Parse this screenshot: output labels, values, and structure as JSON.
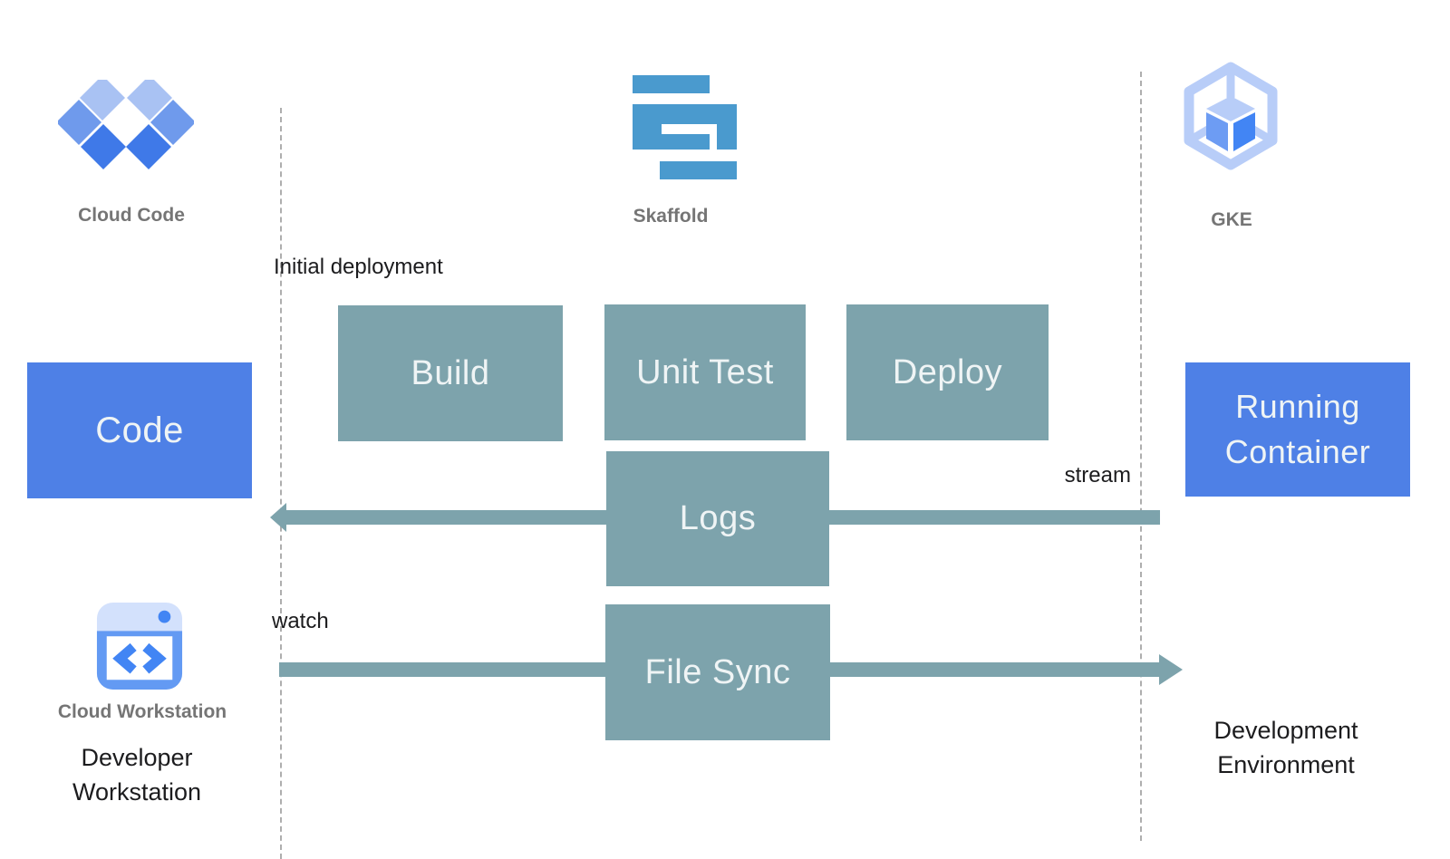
{
  "colors": {
    "box_blue": "#4e80e6",
    "box_teal": "#7da3ac",
    "arrow_teal": "#7da3ac",
    "box_text": "#eff4f5",
    "dashed_line": "#aeaeae",
    "label_gray": "#757575",
    "text_black": "#1c1c1e",
    "skaffold_blue": "#4a9ace",
    "gke_outline": "#b8cdf8",
    "gke_face_left": "#6d9cf3",
    "gke_face_right": "#4285f4",
    "cc_light": "#a9c2f3",
    "cc_mid": "#6f9aec",
    "cc_dark": "#3f79e8",
    "ws_frame": "#639af3",
    "ws_top": "#d3e1fc",
    "ws_accent": "#4285f4"
  },
  "header": {
    "cloud_code_label": "Cloud Code",
    "skaffold_label": "Skaffold",
    "gke_label": "GKE"
  },
  "flow": {
    "initial_deployment_label": "Initial deployment",
    "steps": [
      "Build",
      "Unit Test",
      "Deploy"
    ],
    "code_label": "Code",
    "running_container_label": "Running Container",
    "logs_label": "Logs",
    "stream_label": "stream",
    "file_sync_label": "File Sync",
    "watch_label": "watch"
  },
  "footer": {
    "cloud_workstation_label": "Cloud Workstation",
    "developer_workstation_label": "Developer Workstation",
    "development_environment_label": "Development Environment"
  }
}
